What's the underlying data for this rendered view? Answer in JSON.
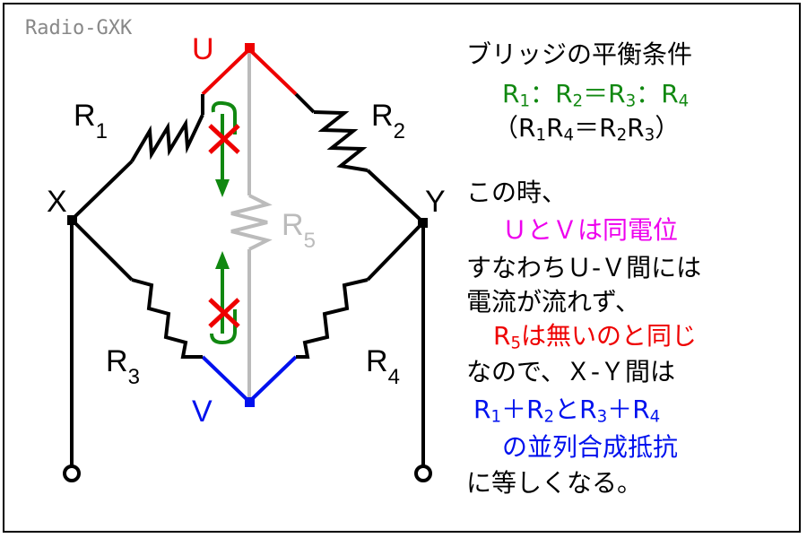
{
  "watermark": "Radio-GXK",
  "colors": {
    "black": "#000000",
    "red": "#ee0000",
    "green": "#118811",
    "blue": "#0011ee",
    "magenta": "#ee00ee",
    "gray": "#bbbbbb"
  },
  "nodes": {
    "u": "U",
    "v": "V",
    "x": "X",
    "y": "Y"
  },
  "resistors": {
    "r1": {
      "main": "R",
      "sub": "1"
    },
    "r2": {
      "main": "R",
      "sub": "2"
    },
    "r3": {
      "main": "R",
      "sub": "3"
    },
    "r4": {
      "main": "R",
      "sub": "4"
    },
    "r5": {
      "main": "R",
      "sub": "5"
    }
  },
  "text": {
    "heading": "ブリッジの平衡条件",
    "condition": {
      "a": "R",
      "a_sub": "1",
      "sep1": "：",
      "b": "R",
      "b_sub": "2",
      "eq": "＝",
      "c": "R",
      "c_sub": "3",
      "sep2": "：",
      "d": "R",
      "d_sub": "4"
    },
    "condition_alt": {
      "open": "（",
      "a": "R",
      "a_sub": "1",
      "b": "R",
      "b_sub": "4",
      "eq": "＝",
      "c": "R",
      "c_sub": "2",
      "d": "R",
      "d_sub": "3",
      "close": "）"
    },
    "line1": "この時、",
    "line2": "ＵとＶは同電位",
    "line3": "すなわちＵ-Ｖ間には",
    "line4": "電流が流れず、",
    "line5": {
      "r": "R",
      "sub": "5",
      "rest": "は無いのと同じ"
    },
    "line6": "なので、Ｘ-Ｙ間は",
    "line7": {
      "a": "R",
      "a_sub": "1",
      "plus1": "＋",
      "b": "R",
      "b_sub": "2",
      "and": "と",
      "c": "R",
      "c_sub": "3",
      "plus2": "＋",
      "d": "R",
      "d_sub": "4"
    },
    "line8": "の並列合成抵抗",
    "line9": "に等しくなる。"
  }
}
